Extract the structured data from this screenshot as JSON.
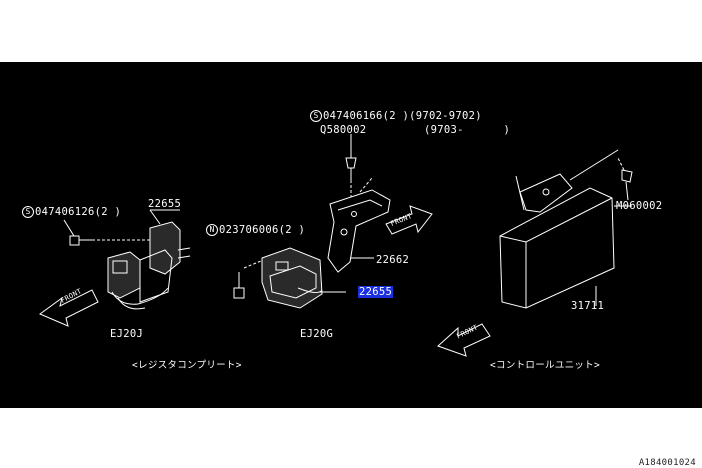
{
  "labels": {
    "bolt_top_circle": "S",
    "bolt_top_code": "047406166(2 )(9702-9702)",
    "bolt_top_alt": "Q580002",
    "bolt_top_alt_range": "(9703-      )",
    "bolt_left_circle": "S",
    "bolt_left_code": "047406126(2 )",
    "nut_circle": "N",
    "nut_code": "023706006(2 )",
    "part_22655_left": "22655",
    "part_22662": "22662",
    "part_22655_highlight": "22655",
    "part_31711": "31711",
    "part_m060002": "M060002",
    "engine_ej20j": "EJ20J",
    "engine_ej20g": "EJ20G",
    "caption_left": "<レジスタコンプリート>",
    "caption_right": "<コントロールユニット>",
    "front": "FRONT",
    "figure_code": "A184001024"
  },
  "colors": {
    "background": "#000000",
    "lines": "#ffffff",
    "highlight": "#1a2fe0"
  }
}
